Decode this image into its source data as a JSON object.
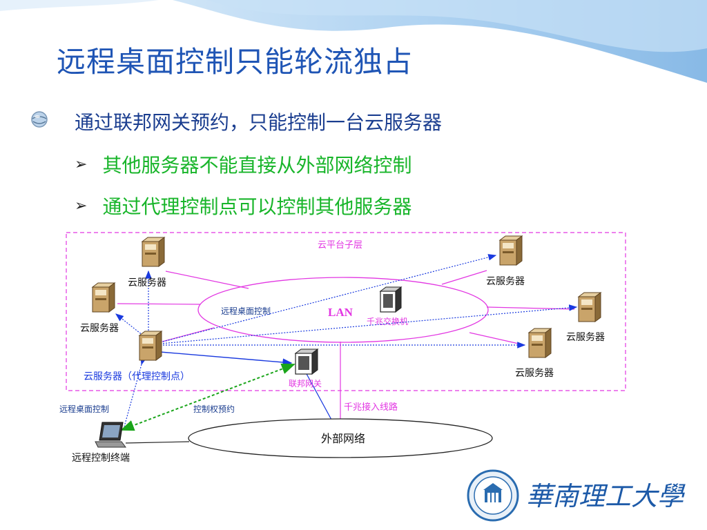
{
  "slide": {
    "title": "远程桌面控制只能轮流独占",
    "bullet": "通过联邦网关预约，只能控制一台云服务器",
    "sub_items": [
      {
        "arrow": "➢",
        "text": "其他服务器不能直接从外部网络控制"
      },
      {
        "arrow": "➢",
        "text": "通过代理控制点可以控制其他服务器"
      }
    ]
  },
  "diagram": {
    "layer_label": "云平台子层",
    "lan_label": "LAN",
    "switch_label": "千兆交换机",
    "remote_desktop_label": "远程桌面控制",
    "gateway_label": "联邦网关",
    "uplink_label": "千兆接入线路",
    "reservation_label": "控制权预约",
    "remote_desktop_left_label": "远程桌面控制",
    "external_network_label": "外部网络",
    "terminal_label": "远程控制终端",
    "servers": {
      "top_left": "云服务器",
      "left": "云服务器",
      "proxy": "云服务器（代理控制点）",
      "top_right": "云服务器",
      "right": "云服务器",
      "bottom_right": "云服务器"
    }
  },
  "logo": {
    "university_name": "華南理工大學"
  },
  "colors": {
    "title": "#1f55b5",
    "bullet_text": "#1a3d8f",
    "sub_text": "#18b52a",
    "magenta": "#e236e2",
    "blue_line": "#1a3adf",
    "green_dash": "#1aa51a"
  }
}
